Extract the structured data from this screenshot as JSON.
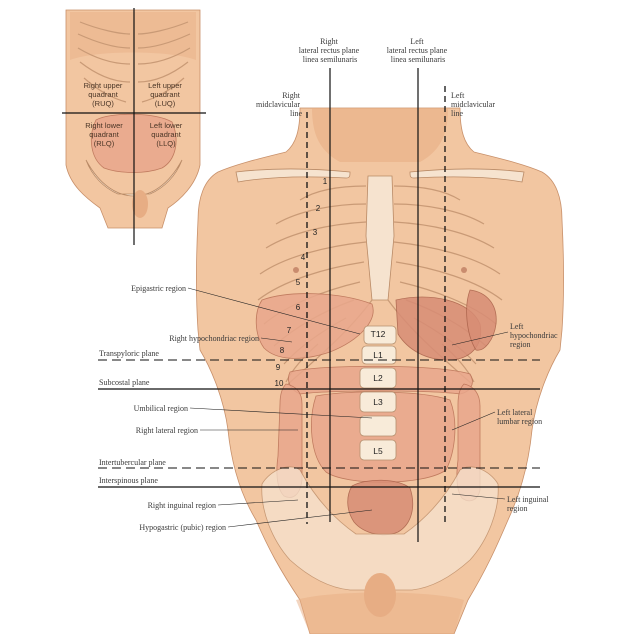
{
  "inset": {
    "right_upper": [
      "Right upper",
      "quadrant",
      "(RUQ)"
    ],
    "left_upper": [
      "Left upper",
      "quadrant",
      "(LUQ)"
    ],
    "right_lower": [
      "Right lower",
      "quadrant",
      "(RLQ)"
    ],
    "left_lower": [
      "Left lower",
      "quadrant",
      "(LLQ)"
    ]
  },
  "vertical_lines": {
    "right_lateral_rectus": [
      "Right",
      "lateral rectus plane",
      "linea semilunaris"
    ],
    "left_lateral_rectus": [
      "Left",
      "lateral rectus plane",
      "linea semilunaris"
    ],
    "right_midclavicular": [
      "Right",
      "midclavicular",
      "line"
    ],
    "left_midclavicular": [
      "Left",
      "midclavicular",
      "line"
    ]
  },
  "planes": {
    "transpyloric": "Transpyloric plane",
    "subcostal": "Subcostal plane",
    "intertubercular": "Intertubercular plane",
    "interspinous": "Interspinous plane"
  },
  "regions": {
    "epigastric": "Epigastric region",
    "right_hypochondriac": "Right hypochondriac region",
    "umbilical": "Umbilical region",
    "right_lateral": "Right lateral region",
    "right_inguinal": "Right inguinal region",
    "hypogastric": "Hypogastric (pubic) region",
    "left_hypochondriac": [
      "Left",
      "hypochondriac",
      "region"
    ],
    "left_lateral_lumbar": [
      "Left lateral",
      "lumbar  region"
    ],
    "left_inguinal": [
      "Left inguinal",
      "region"
    ]
  },
  "rib_numbers": [
    "1",
    "2",
    "3",
    "4",
    "5",
    "6",
    "7",
    "8",
    "9",
    "10"
  ],
  "vertebrae": [
    "T12",
    "L1",
    "L2",
    "L3",
    "L5"
  ],
  "colors": {
    "skin": "#f2c6a1",
    "bone": "#f6e3cf",
    "intestine": "#e9a78c",
    "line": "#111111"
  }
}
